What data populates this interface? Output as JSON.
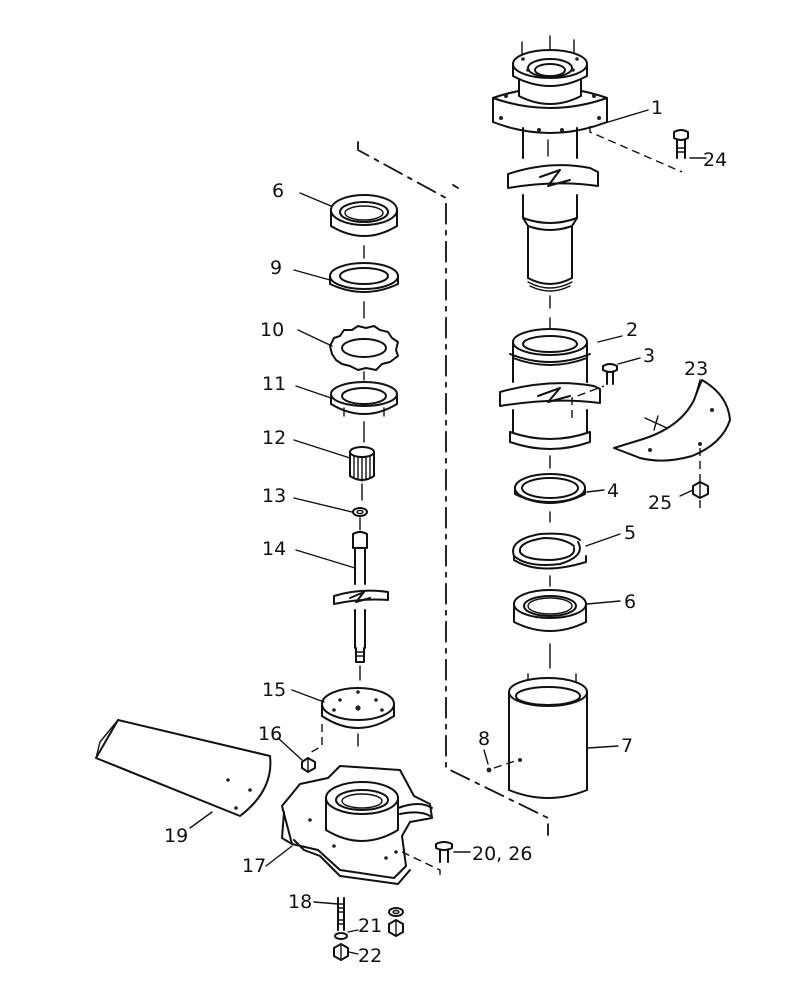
{
  "callouts": [
    {
      "id": "c1",
      "text": "1"
    },
    {
      "id": "c2",
      "text": "2"
    },
    {
      "id": "c3",
      "text": "3"
    },
    {
      "id": "c4",
      "text": "4"
    },
    {
      "id": "c5",
      "text": "5"
    },
    {
      "id": "c6a",
      "text": "6"
    },
    {
      "id": "c6b",
      "text": "6"
    },
    {
      "id": "c7",
      "text": "7"
    },
    {
      "id": "c8",
      "text": "8"
    },
    {
      "id": "c9",
      "text": "9"
    },
    {
      "id": "c10",
      "text": "10"
    },
    {
      "id": "c11",
      "text": "11"
    },
    {
      "id": "c12",
      "text": "12"
    },
    {
      "id": "c13",
      "text": "13"
    },
    {
      "id": "c14",
      "text": "14"
    },
    {
      "id": "c15",
      "text": "15"
    },
    {
      "id": "c16",
      "text": "16"
    },
    {
      "id": "c17",
      "text": "17"
    },
    {
      "id": "c18",
      "text": "18"
    },
    {
      "id": "c19",
      "text": "19"
    },
    {
      "id": "c20",
      "text": "20, 26"
    },
    {
      "id": "c21",
      "text": "21"
    },
    {
      "id": "c22",
      "text": "22"
    },
    {
      "id": "c23",
      "text": "23"
    },
    {
      "id": "c24",
      "text": "24"
    },
    {
      "id": "c25",
      "text": "25"
    }
  ]
}
